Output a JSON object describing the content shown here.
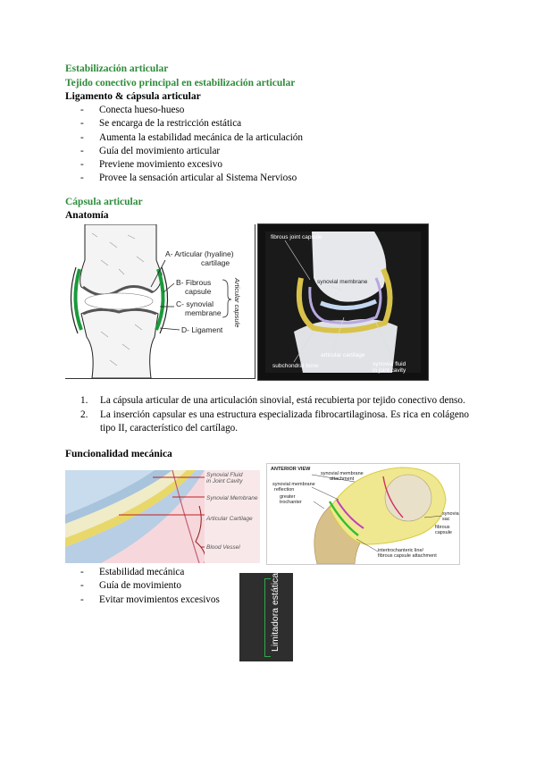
{
  "section1": {
    "title": "Estabilización articular",
    "subtitle": "Tejido conectivo principal en estabilización articular",
    "heading": "Ligamento & cápsula articular",
    "bullets": [
      "Conecta hueso-hueso",
      "Se encarga de la restricción estática",
      "Aumenta la estabilidad mecánica de la articulación",
      "Guía del movimiento articular",
      "Previene movimiento excesivo",
      "Provee la sensación articular al Sistema Nervioso"
    ]
  },
  "section2": {
    "title": "Cápsula articular",
    "heading": "Anatomía",
    "fig_left": {
      "labels": [
        "A- Articular (hyaline)",
        "cartilage",
        "B- Fibrous",
        "capsule",
        "C- synovial",
        "membrane",
        "D- Ligament",
        "Articular capsule"
      ]
    },
    "fig_right": {
      "labels": [
        "fibrous joint capsule",
        "synovial membrane",
        "articular cartilage",
        "subchondral bone",
        "synovial fluid",
        "in joint cavity"
      ]
    },
    "numbered": [
      "La cápsula articular de una articulación sinovial, está recubierta por tejido conectivo denso.",
      "La inserción capsular es una estructura especializada fibrocartilaginosa. Es rica en colágeno tipo II, característico del cartílago."
    ]
  },
  "section3": {
    "heading": "Funcionalidad mecánica",
    "fig_left": {
      "labels": [
        "Synovial Fluid",
        "in Joint Cavity",
        "Synovial Membrane",
        "Articular Cartilage",
        "Blood Vessel"
      ]
    },
    "fig_right": {
      "labels": [
        "ANTERIOR VIEW",
        "synovial membrane",
        "attachment",
        "synovial membrane",
        "reflection",
        "greater",
        "trochanter",
        "synovial",
        "sac",
        "fibrous",
        "capsule",
        "intertrochanteric line/",
        "fibrous capsule attachment"
      ]
    },
    "bullets": [
      "Estabilidad mecánica",
      "Guía de movimiento",
      "Evitar movimientos excesivos"
    ],
    "box_label": "Limitadora estática"
  }
}
